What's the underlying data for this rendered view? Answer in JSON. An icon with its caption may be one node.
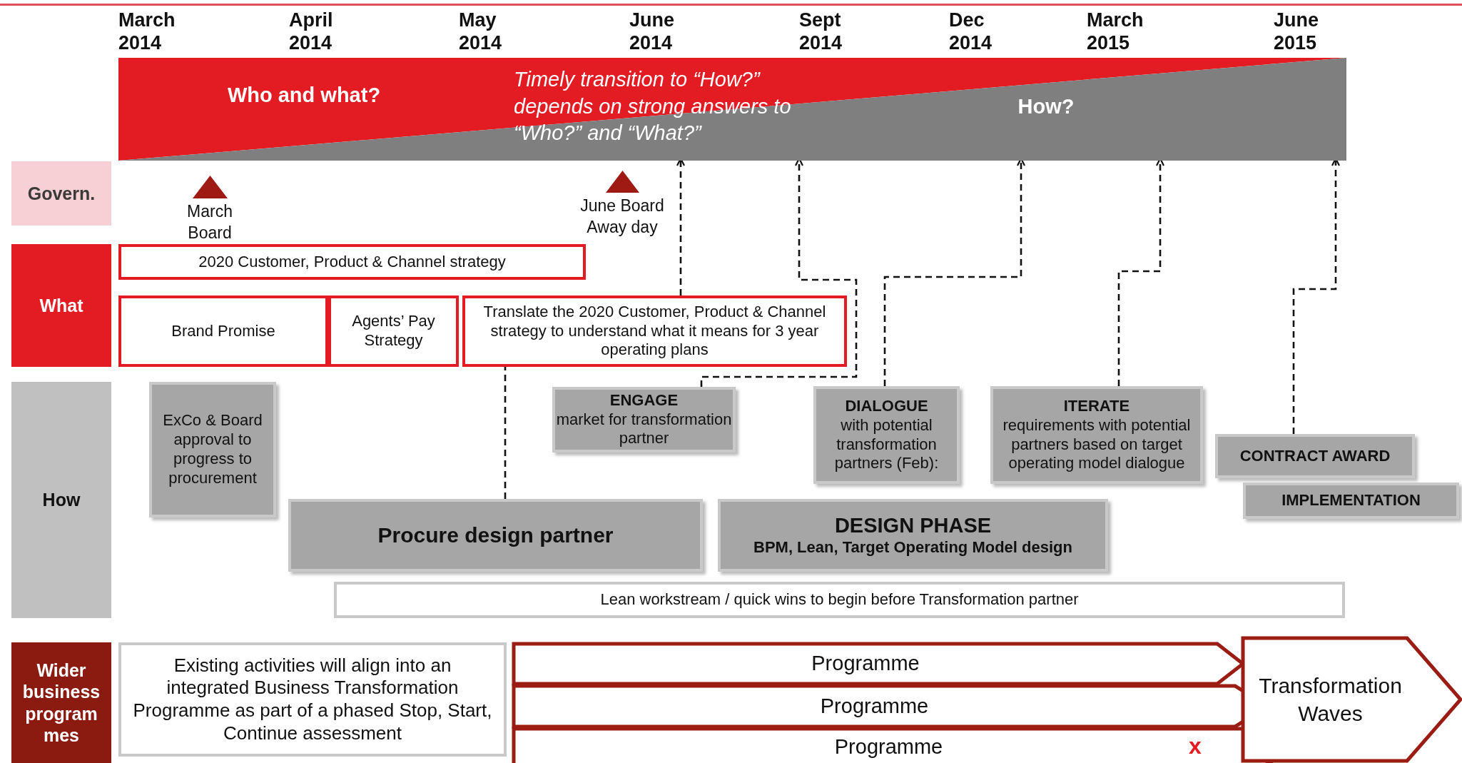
{
  "diagram": {
    "nodes": [
      {
        "text": [
          "Govern."
        ]
      },
      {
        "text": [
          "What"
        ]
      },
      {
        "text": [
          "How"
        ]
      },
      {
        "text": [
          "Wider business programmes"
        ]
      },
      {
        "text": [
          "Who and what?",
          "Timely transition to “How?” depends on strong answers to “Who?” and “What?”",
          "How?"
        ]
      },
      {
        "text": [
          "March Board"
        ]
      },
      {
        "text": [
          "June Board Away day"
        ]
      },
      {
        "text": [
          "2020 Customer, Product & Channel strategy"
        ]
      },
      {
        "text": [
          "Brand Promise"
        ]
      },
      {
        "text": [
          "Agents’ Pay Strategy"
        ]
      },
      {
        "text": [
          "Translate the 2020 Customer, Product & Channel strategy to understand what it means for 3 year operating plans"
        ]
      },
      {
        "text": [
          "ExCo & Board approval to progress to procurement"
        ]
      },
      {
        "text": [
          "**ENGAGE** market for transformation partner"
        ]
      },
      {
        "text": [
          "**DIALOGUE** with potential transformation partners (Feb):"
        ]
      },
      {
        "text": [
          "**ITERATE** requirements with potential partners based on target operating model dialogue"
        ]
      },
      {
        "text": [
          "CONTRACT AWARD"
        ]
      },
      {
        "text": [
          "IMPLEMENTATION"
        ]
      },
      {
        "text": [
          "Procure design partner"
        ]
      },
      {
        "text": [
          "DESIGN PHASE",
          "BPM, Lean, Target Operating Model design"
        ]
      },
      {
        "text": [
          "Lean workstream / quick wins to begin before Transformation partner"
        ]
      },
      {
        "text": [
          "Existing activities will align into an integrated Business Transformation Programme as part of a phased Stop, Start, Continue assessment"
        ]
      },
      {
        "text": [
          "Programme"
        ]
      },
      {
        "text": [
          "Programme"
        ]
      },
      {
        "text": [
          "Programme"
        ]
      },
      {
        "text": [
          "Transformation Waves"
        ]
      }
    ],
    "edges": [
      {
        "from": 17,
        "to": 10,
        "arrow": "none",
        "style": "dashed"
      },
      {
        "from": 10,
        "to": 4,
        "arrow": "to",
        "style": "dashed"
      },
      {
        "from": 12,
        "to": 4,
        "arrow": "to",
        "style": "dashed"
      },
      {
        "from": 13,
        "to": 4,
        "arrow": "to",
        "style": "dashed"
      },
      {
        "from": 14,
        "to": 4,
        "arrow": "to",
        "style": "dashed"
      },
      {
        "from": 15,
        "to": 4,
        "arrow": "to",
        "style": "dashed"
      }
    ],
    "labels": [
      "March 2014",
      "April 2014",
      "May 2014",
      "June 2014",
      "Sept 2014",
      "Dec 2014",
      "March 2015",
      "June 2015",
      "x"
    ]
  }
}
